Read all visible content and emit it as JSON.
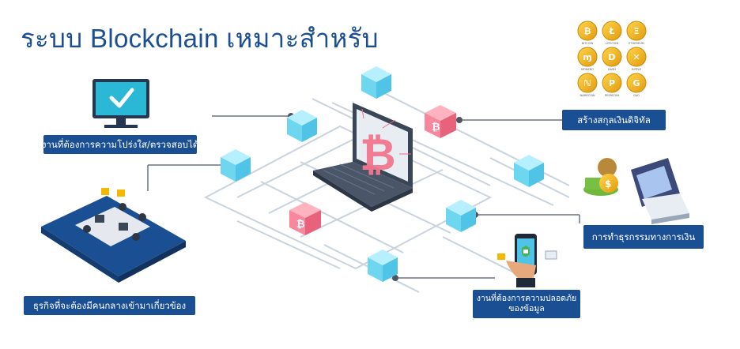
{
  "title": "ระบบ Blockchain เหมาะสำหรับ",
  "labels": {
    "transparency": "งานที่ต้องการความโปร่งใส/ตรวจสอบได้",
    "intermediary": "ธุรกิจที่จะต้องมีคนกลางเข้ามาเกี่ยวข้อง",
    "digital_currency": "สร้างสกุลเงินดิจิทัล",
    "financial_transactions": "การทำธุรกรรมทางการเงิน",
    "data_security_line1": "งานที่ต้องการความปลอดภัย",
    "data_security_line2": "ของข้อมูล"
  },
  "coins": [
    "BITCOIN",
    "LITECOIN",
    "ETHEREUM",
    "MONERO",
    "DASH",
    "RIPPLE",
    "NAMECOIN",
    "PEERCOIN",
    "GAO"
  ],
  "colors": {
    "title_blue": "#1b4f93",
    "label_bg": "#1b4f93",
    "cube_cyan": "#7fdff5",
    "cube_pink": "#f06f8a",
    "coin_gold": "#f3b51b",
    "monitor_teal": "#2bb8d6",
    "laptop_dark": "#3a4556",
    "board_navy": "#1b4f93"
  }
}
